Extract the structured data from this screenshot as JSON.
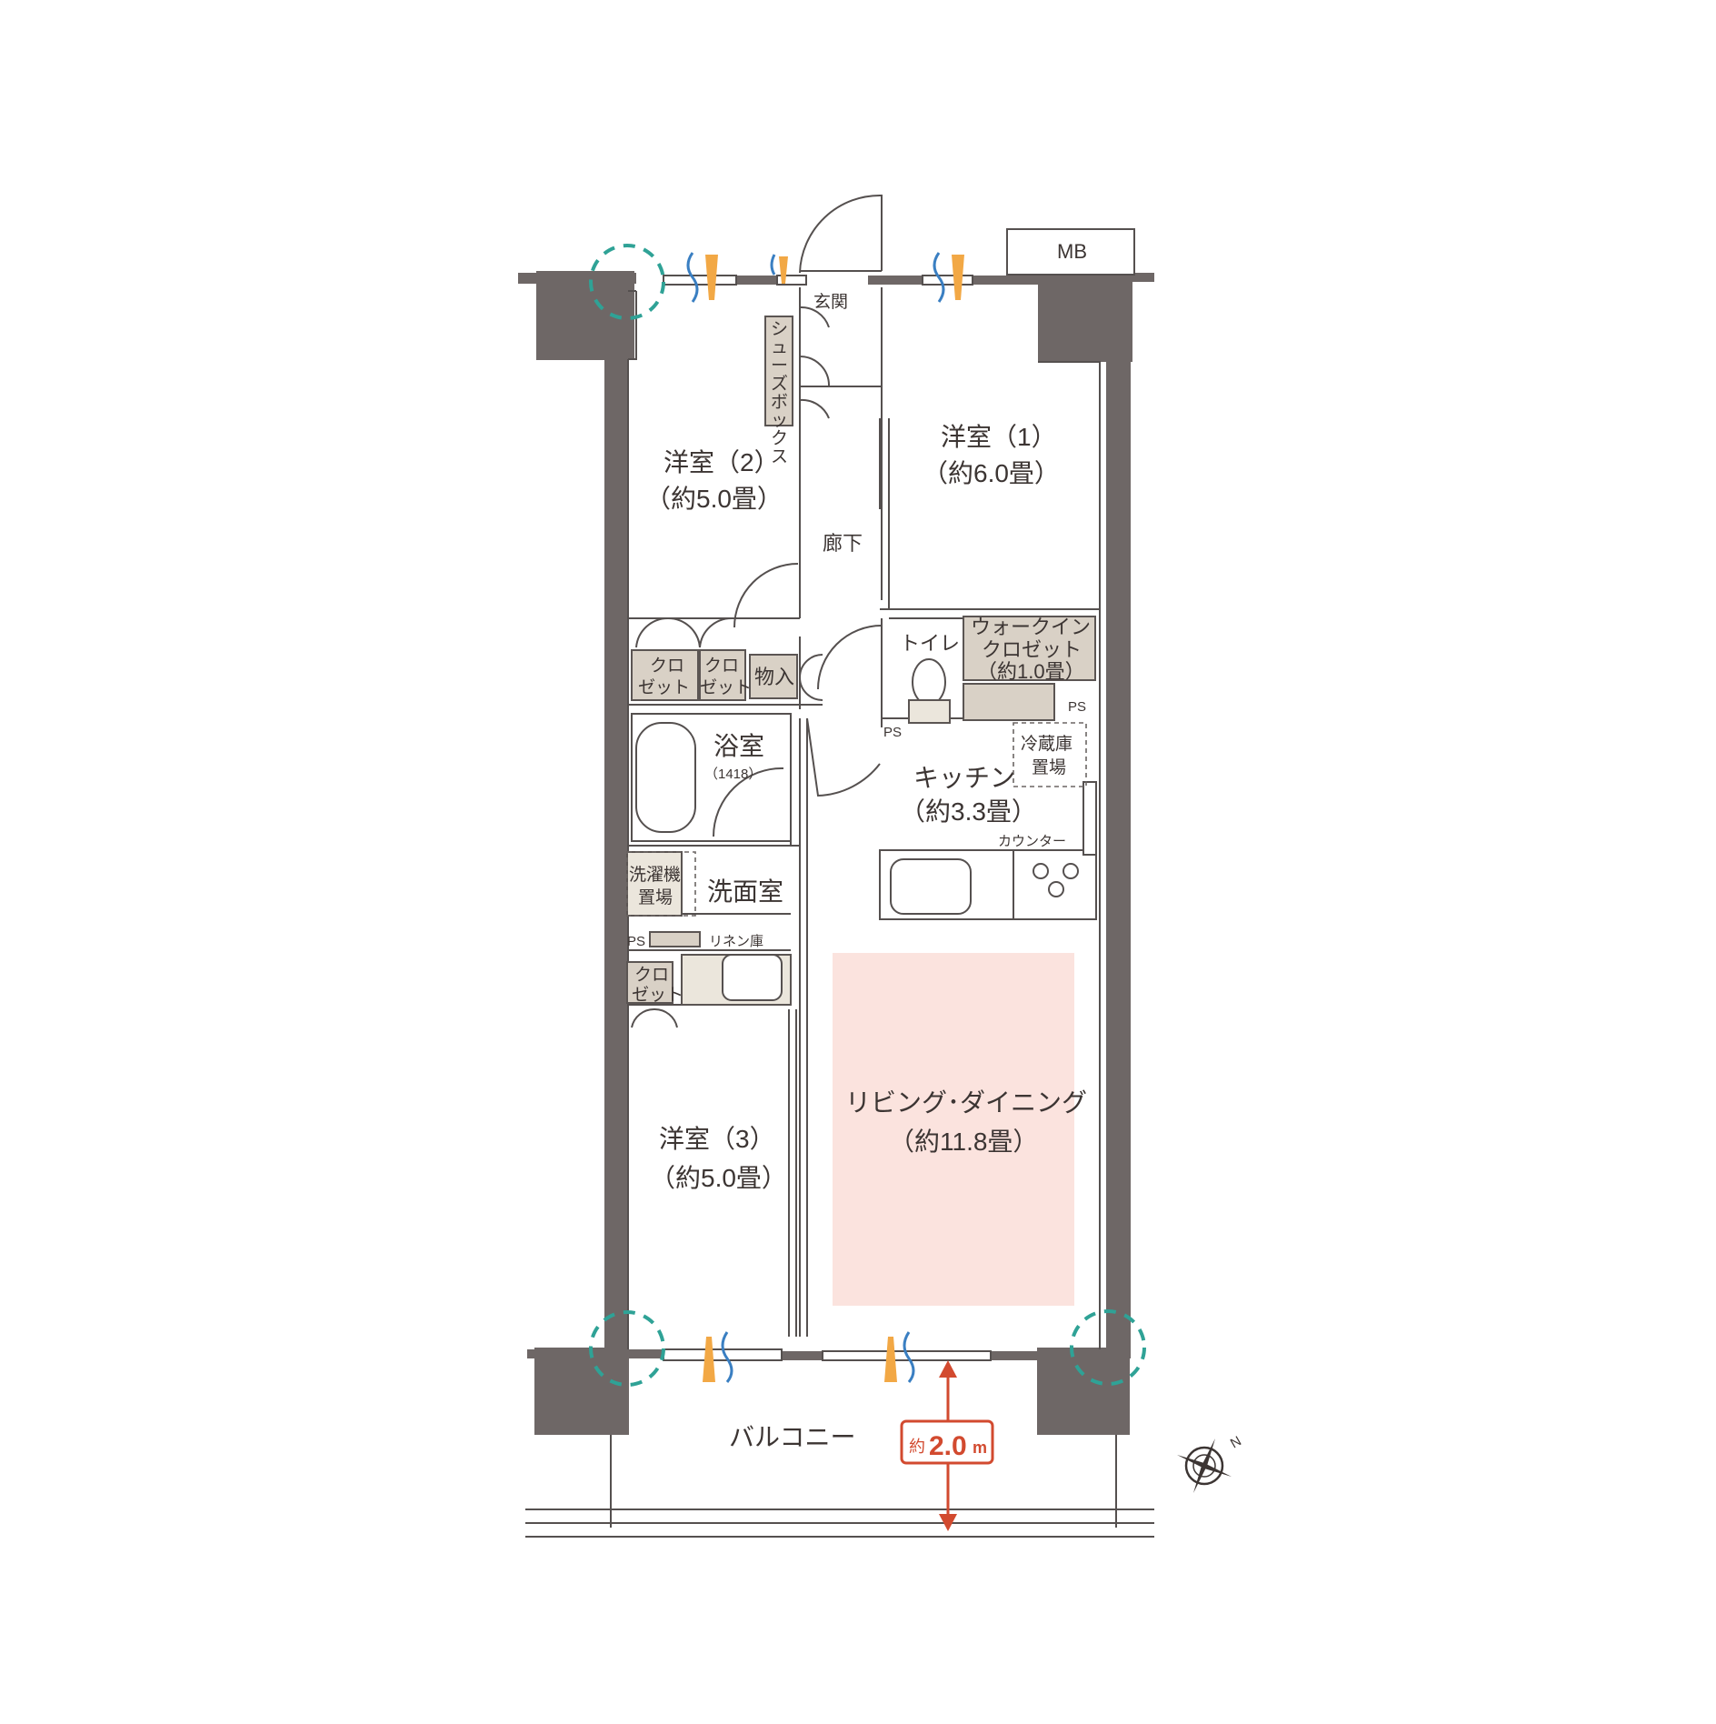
{
  "rooms": {
    "entrance": "玄関",
    "shoe_box": [
      "シ",
      "ュ",
      "ー",
      "ズ",
      "ボ",
      "ッ",
      "ク",
      "ス"
    ],
    "western2": {
      "name": "洋室（2）",
      "size": "（約5.0畳）"
    },
    "western1": {
      "name": "洋室（1）",
      "size": "（約6.0畳）"
    },
    "hallway": "廊下",
    "walkin": {
      "line1": "ウォークイン",
      "line2": "クロゼット",
      "line3": "（約1.0畳）"
    },
    "toilet": "トイレ",
    "closet_a": {
      "line1": "クロ",
      "line2": "ゼット"
    },
    "closet_b": {
      "line1": "クロ",
      "line2": "ゼット"
    },
    "storage": "物入",
    "bathroom": {
      "name": "浴室",
      "size": "（1418）"
    },
    "fridge": {
      "line1": "冷蔵庫",
      "line2": "置場"
    },
    "kitchen": {
      "name": "キッチン",
      "size": "（約3.3畳）"
    },
    "counter": "カウンター",
    "washer": {
      "line1": "洗濯機",
      "line2": "置場"
    },
    "washroom": "洗面室",
    "linen": "リネン庫",
    "closet_c": {
      "line1": "クロ",
      "line2": "ゼット"
    },
    "living": {
      "name": "リビング･ダイニング",
      "size": "（約11.8畳）"
    },
    "western3": {
      "name": "洋室（3）",
      "size": "（約5.0畳）"
    },
    "balcony": "バルコニー",
    "balcony_depth": {
      "prefix": "約",
      "value": "2.0",
      "unit": "m"
    }
  },
  "labels": {
    "mb": "MB",
    "ps_toilet": "PS",
    "ps_walkin": "PS",
    "ps_wash": "PS",
    "north": "N"
  },
  "colors": {
    "wall": "#6e6766",
    "living_fill": "#fbe3de",
    "accent_red": "#d24a2f",
    "circle_teal": "#2fa296",
    "sun_orange": "#f2a845",
    "wind_blue": "#3a7fc2"
  }
}
